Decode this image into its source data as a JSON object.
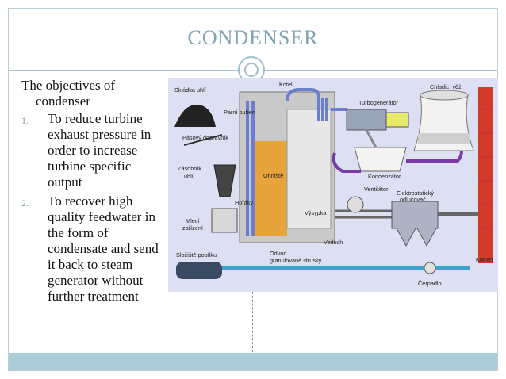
{
  "slide": {
    "title": "CONDENSER",
    "intro_line1": "The objectives of",
    "intro_line2": "condenser",
    "items": [
      {
        "num": "1.",
        "text": "To reduce turbine exhaust pressure in order to increase turbine specific output"
      },
      {
        "num": "2.",
        "text": "To recover high quality feedwater in the form of condensate and send it back to steam generator without further treatment"
      }
    ]
  },
  "diagram": {
    "labels": {
      "skladka": "Skládka uhlí",
      "kotel": "Kotel",
      "chladici": "Chladicí věž",
      "parni": "Parní buben",
      "turbo": "Turbogenerátor",
      "pasovy": "Pásový dopravník",
      "zasobnik1": "Zásobník",
      "zasobnik2": "uhlí",
      "ohniste": "Ohniště",
      "kondenzator": "Kondenzátor",
      "ventilator": "Ventilátor",
      "elektro1": "Elektrostatický",
      "elektro2": "odlučovač",
      "horaky": "Hořáky",
      "vysypka": "Výsypka",
      "mleci1": "Mlecí",
      "mleci2": "zařízení",
      "vzduch": "Vzduch",
      "slozite": "Složiště popílku",
      "odvod1": "Odvod",
      "odvod2": "granulované strusky",
      "komin": "Komín",
      "cerpadlo": "Čerpadlo"
    },
    "colors": {
      "steam": "#6b7fd0",
      "water": "#3ea3c9",
      "fire": "#e7a43a",
      "pipe_purple": "#7a3aa8",
      "chimney": "#d33a2c"
    }
  }
}
